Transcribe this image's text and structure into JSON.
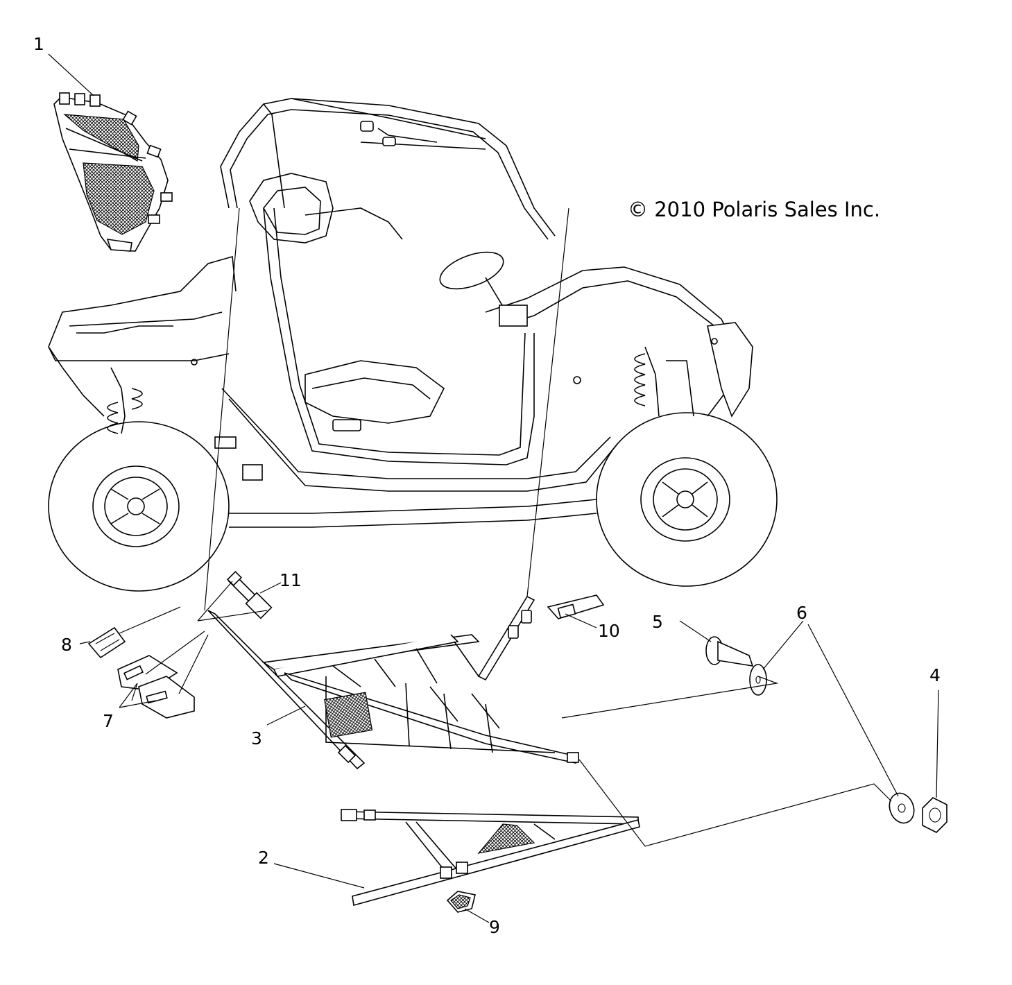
{
  "copyright": "© 2010 Polaris Sales Inc.",
  "callouts": [
    {
      "id": "1",
      "label": "1"
    },
    {
      "id": "2",
      "label": "2"
    },
    {
      "id": "3",
      "label": "3"
    },
    {
      "id": "4",
      "label": "4"
    },
    {
      "id": "5",
      "label": "5"
    },
    {
      "id": "6",
      "label": "6"
    },
    {
      "id": "7",
      "label": "7"
    },
    {
      "id": "8",
      "label": "8"
    },
    {
      "id": "9",
      "label": "9"
    },
    {
      "id": "10",
      "label": "10"
    },
    {
      "id": "11",
      "label": "11"
    }
  ]
}
